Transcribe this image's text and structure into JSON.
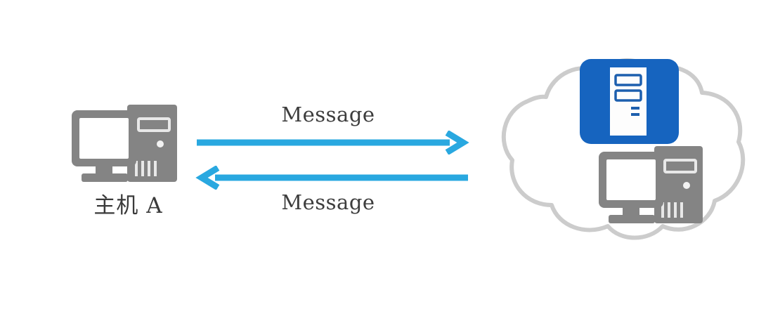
{
  "diagram": {
    "title": "Host A exchanging messages with a network cloud",
    "background_color": "#ffffff",
    "nodes": {
      "host_a": {
        "label": "主机 A",
        "icon": "desktop-computer-icon",
        "icon_color": "#808080"
      },
      "cloud": {
        "icon": "network-cloud-icon",
        "outline_color": "#cccccc",
        "fill_color": "#ffffff"
      },
      "server": {
        "icon": "server-tower-icon",
        "tile_color": "#1664bf",
        "tower_color": "#ffffff"
      },
      "cloud_computer": {
        "icon": "desktop-computer-icon",
        "icon_color": "#808080"
      }
    },
    "arrows": [
      {
        "name": "message-forward",
        "label": "Message",
        "direction": "right",
        "color": "#29a8e0"
      },
      {
        "name": "message-backward",
        "label": "Message",
        "direction": "left",
        "color": "#29a8e0"
      }
    ]
  }
}
